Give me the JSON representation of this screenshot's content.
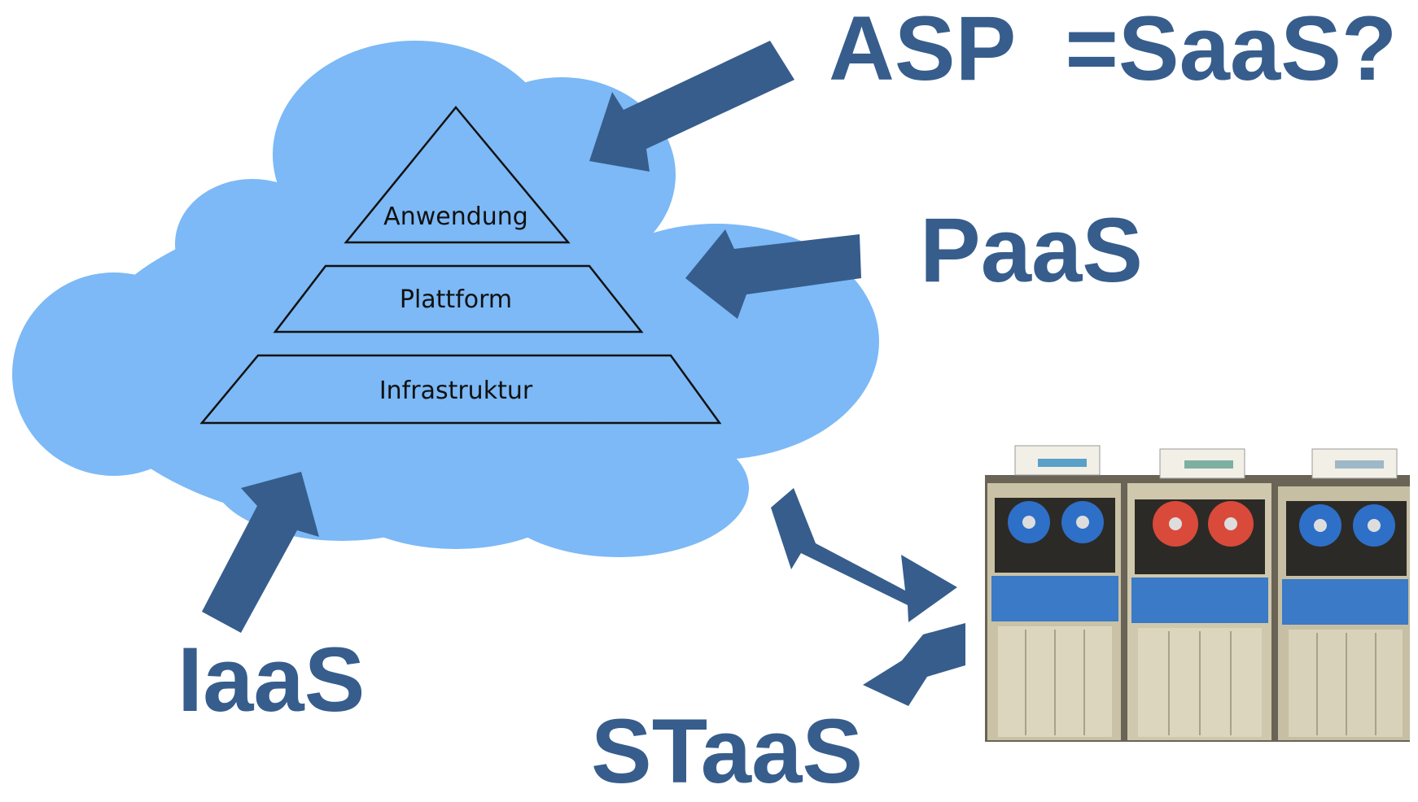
{
  "colors": {
    "cloud": "#7cb9f6",
    "arrow": "#365d8c",
    "label": "#365d8c",
    "pyramid_stroke": "#111111",
    "reel_blue": "#2e6fc8",
    "reel_red": "#d94a3a",
    "panel_blue": "#3a7ac7",
    "cabinet": "#c9c2a6"
  },
  "labels": {
    "asp": "ASP  =SaaS?",
    "paas": "PaaS",
    "iaas": "IaaS",
    "staas": "STaaS"
  },
  "pyramid": {
    "top_layer": "Anwendung",
    "middle_layer": "Plattform",
    "bottom_layer": "Infrastruktur"
  },
  "icons": {
    "cloud": "cloud-icon",
    "storage": "tape-drive-photo"
  }
}
